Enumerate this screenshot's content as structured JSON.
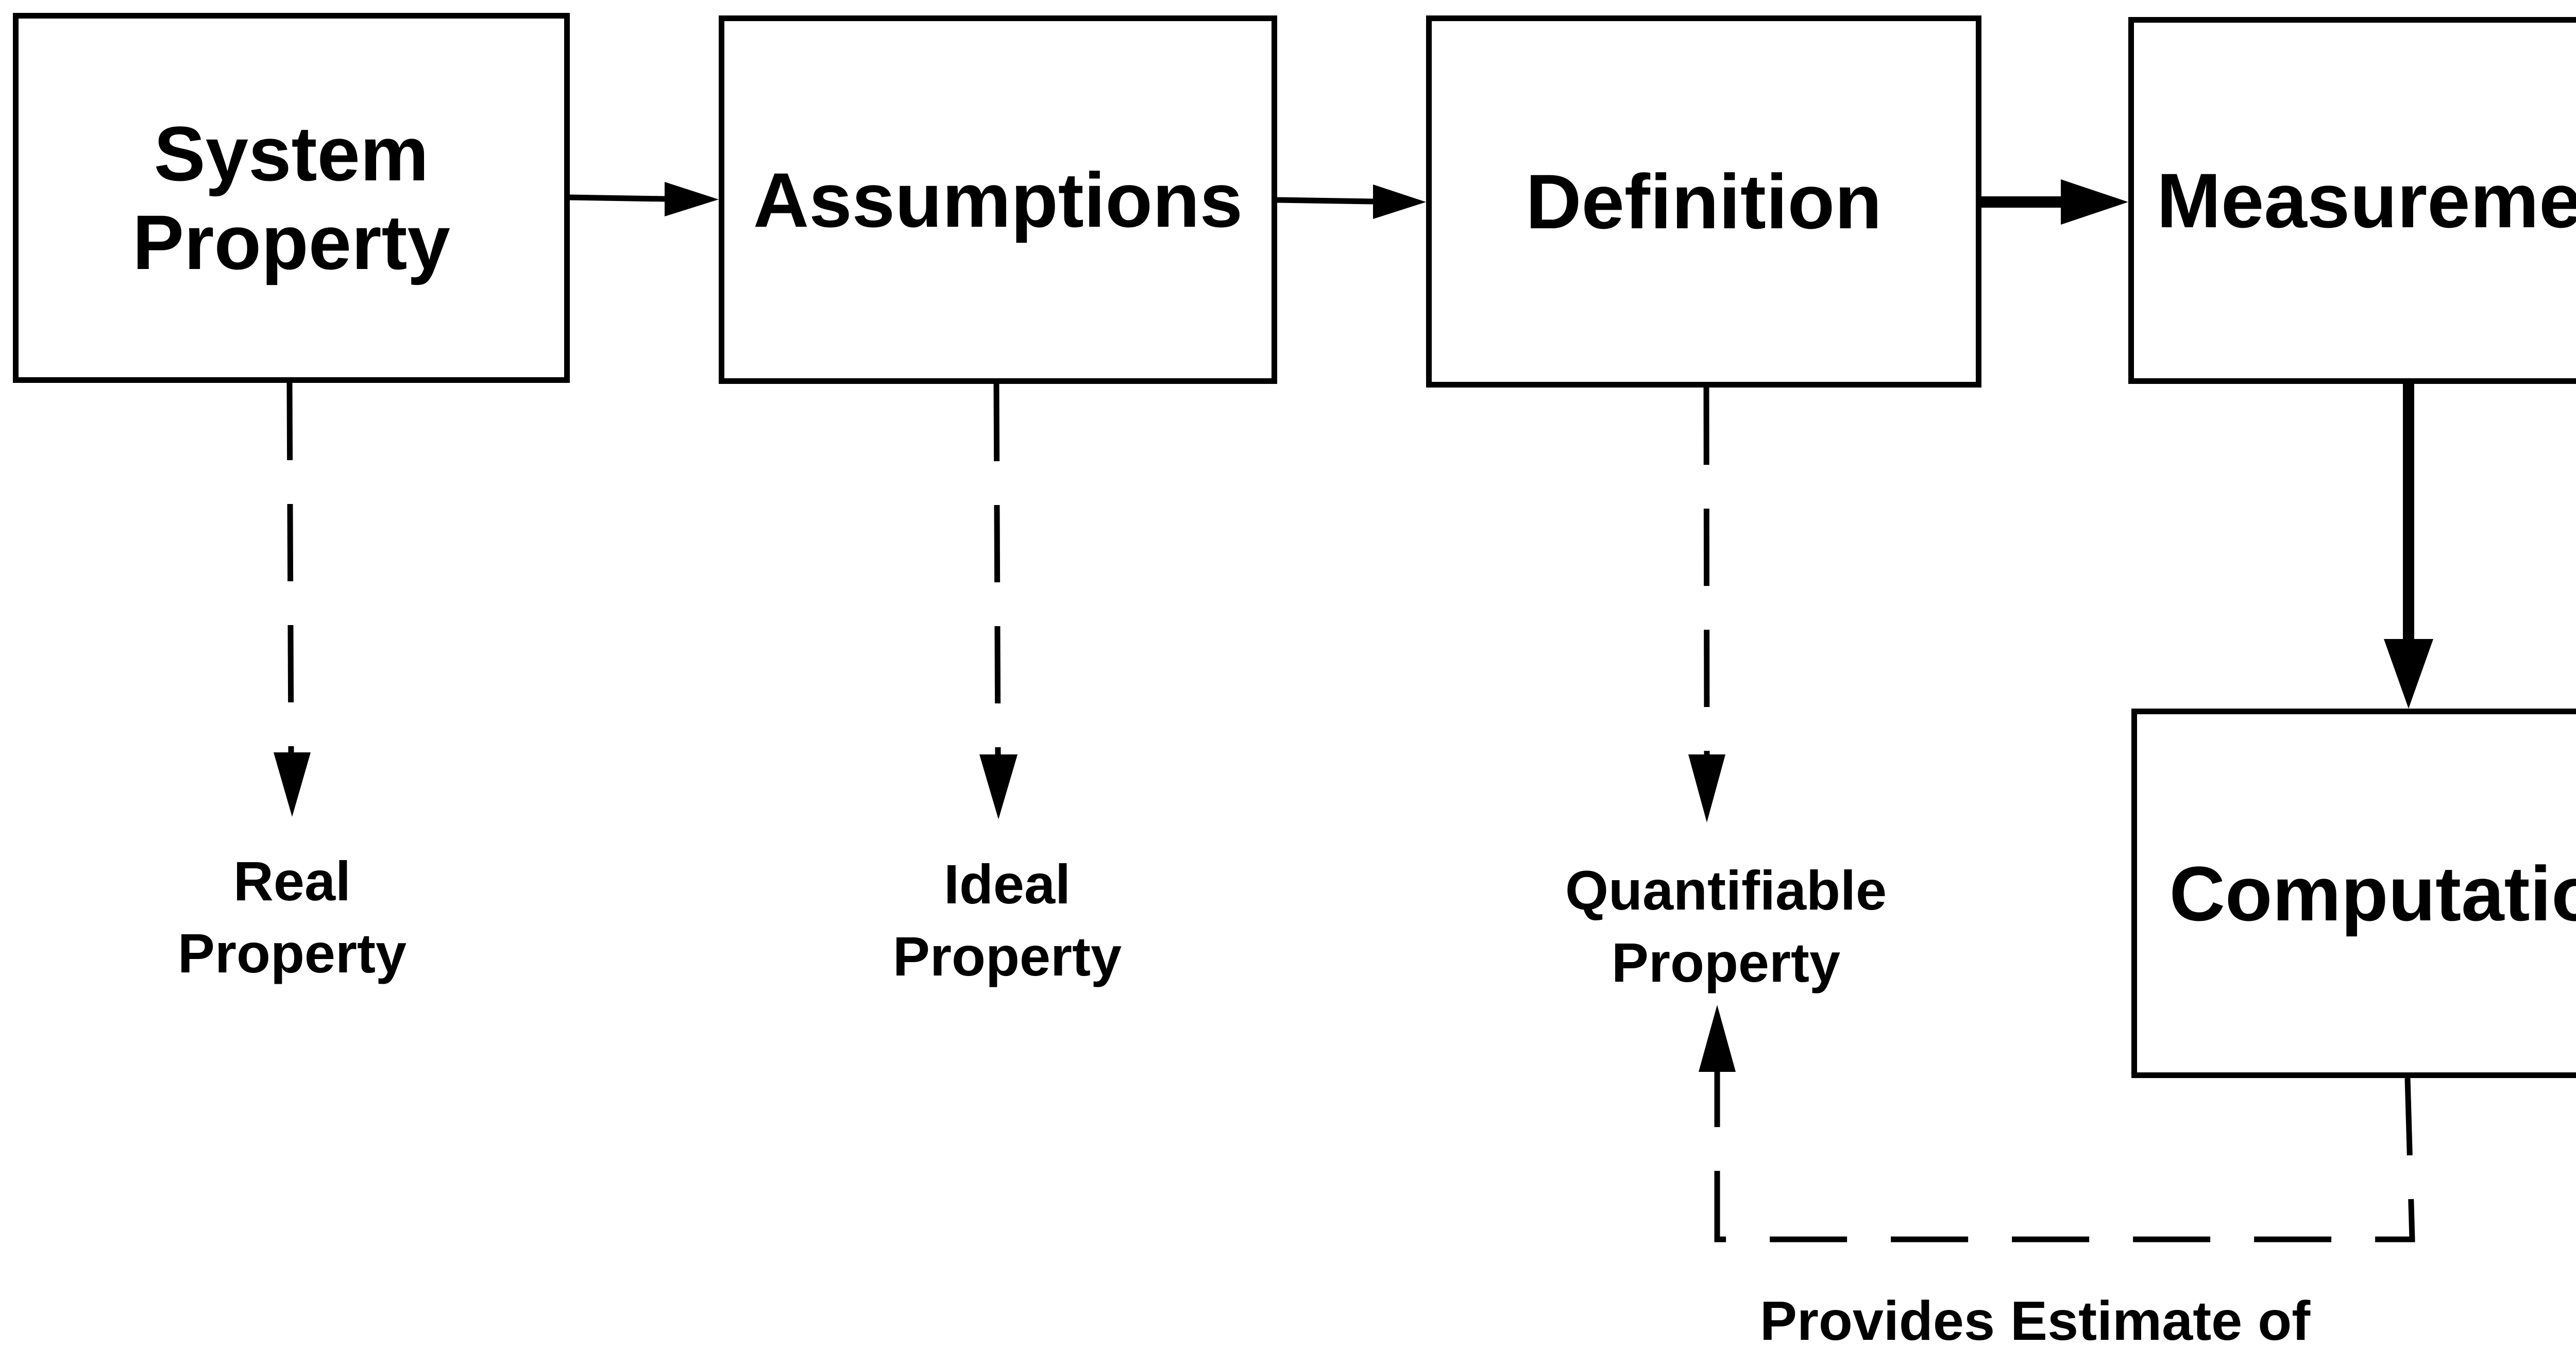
{
  "boxes": {
    "system_property": [
      "System",
      "Property"
    ],
    "assumptions": "Assumptions",
    "definition": "Definition",
    "measurement": "Measurement",
    "computation": "Computation"
  },
  "labels": {
    "real_property": [
      "Real",
      "Property"
    ],
    "ideal_property": [
      "Ideal",
      "Property"
    ],
    "quantifiable_property": [
      "Quantifiable",
      "Property"
    ],
    "provides_estimate": "Provides Estimate of"
  },
  "colors": {
    "stroke": "#000000",
    "background": "#ffffff"
  }
}
